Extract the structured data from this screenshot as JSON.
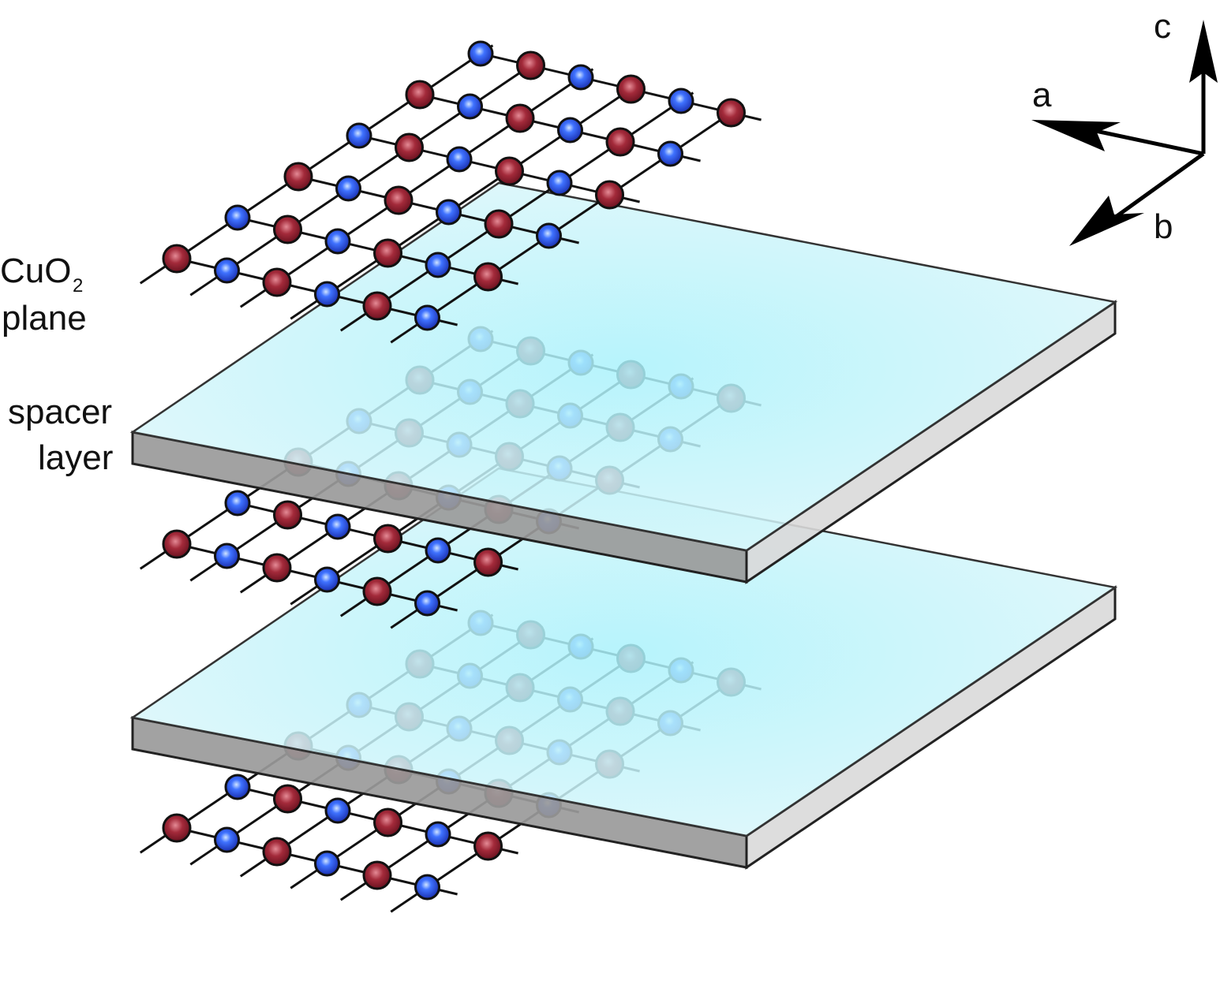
{
  "labels": {
    "plane_main": "CuO",
    "plane_sub": "2",
    "plane_word": "plane",
    "spacer_line1": "spacer",
    "spacer_line2": "layer"
  },
  "axes": {
    "a": "a",
    "b": "b",
    "c": "c"
  },
  "lattice": {
    "rows": 6,
    "cols": 6,
    "pattern_note_free": true,
    "atom_types": {
      "oxygen_color": "#1f3fd6",
      "oxygen_highlight": "#7fb0ff",
      "copper_color": "#8c1c2a",
      "copper_highlight": "#d65a6a"
    },
    "line_color": "#111111"
  },
  "layers": [
    {
      "kind": "plane"
    },
    {
      "kind": "spacer"
    },
    {
      "kind": "plane"
    },
    {
      "kind": "spacer"
    },
    {
      "kind": "plane"
    }
  ],
  "spacer_style": {
    "top_color_center": "#aef3fb",
    "top_color_edge": "#e6f8fb",
    "front_color": "#9a9a9a",
    "side_color": "#d9d9d9"
  }
}
